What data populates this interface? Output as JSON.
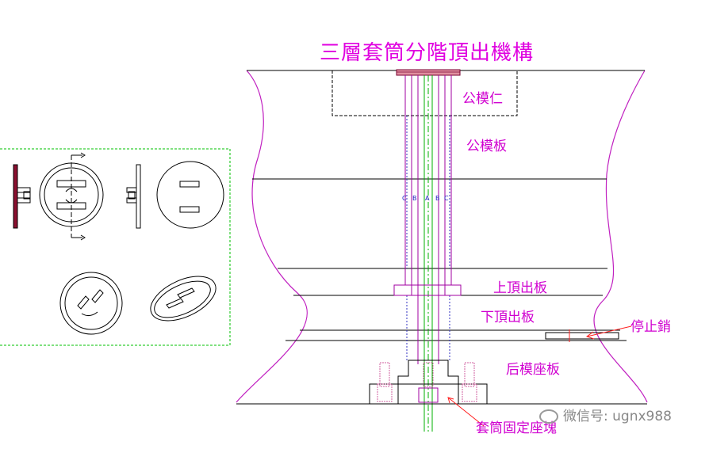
{
  "diagram": {
    "title": "三層套筒分階頂出機構",
    "labels": {
      "core_insert": "公模仁",
      "core_plate": "公模板",
      "upper_ejector_plate": "上頂出板",
      "lower_ejector_plate": "下頂出板",
      "stop_pin": "停止銷",
      "clamp_plate": "后模座板",
      "sleeve_retainer": "套筒固定座塊"
    },
    "pin_letters": [
      "C",
      "B",
      "A",
      "B",
      "C"
    ],
    "watermark": "微信号: ugnx988",
    "colors": {
      "title": "#e000e0",
      "label": "#d000d0",
      "mold_outline": "#c020c0",
      "sleeve": "#a000a0",
      "pin_center": "#00b000",
      "dashed_blue": "#3030c0",
      "drawing_line": "#000000",
      "view_frame": "#00c000",
      "part_dark": "#7a0030"
    },
    "icons": [
      "wechat-icon",
      "arrow-icon"
    ]
  }
}
